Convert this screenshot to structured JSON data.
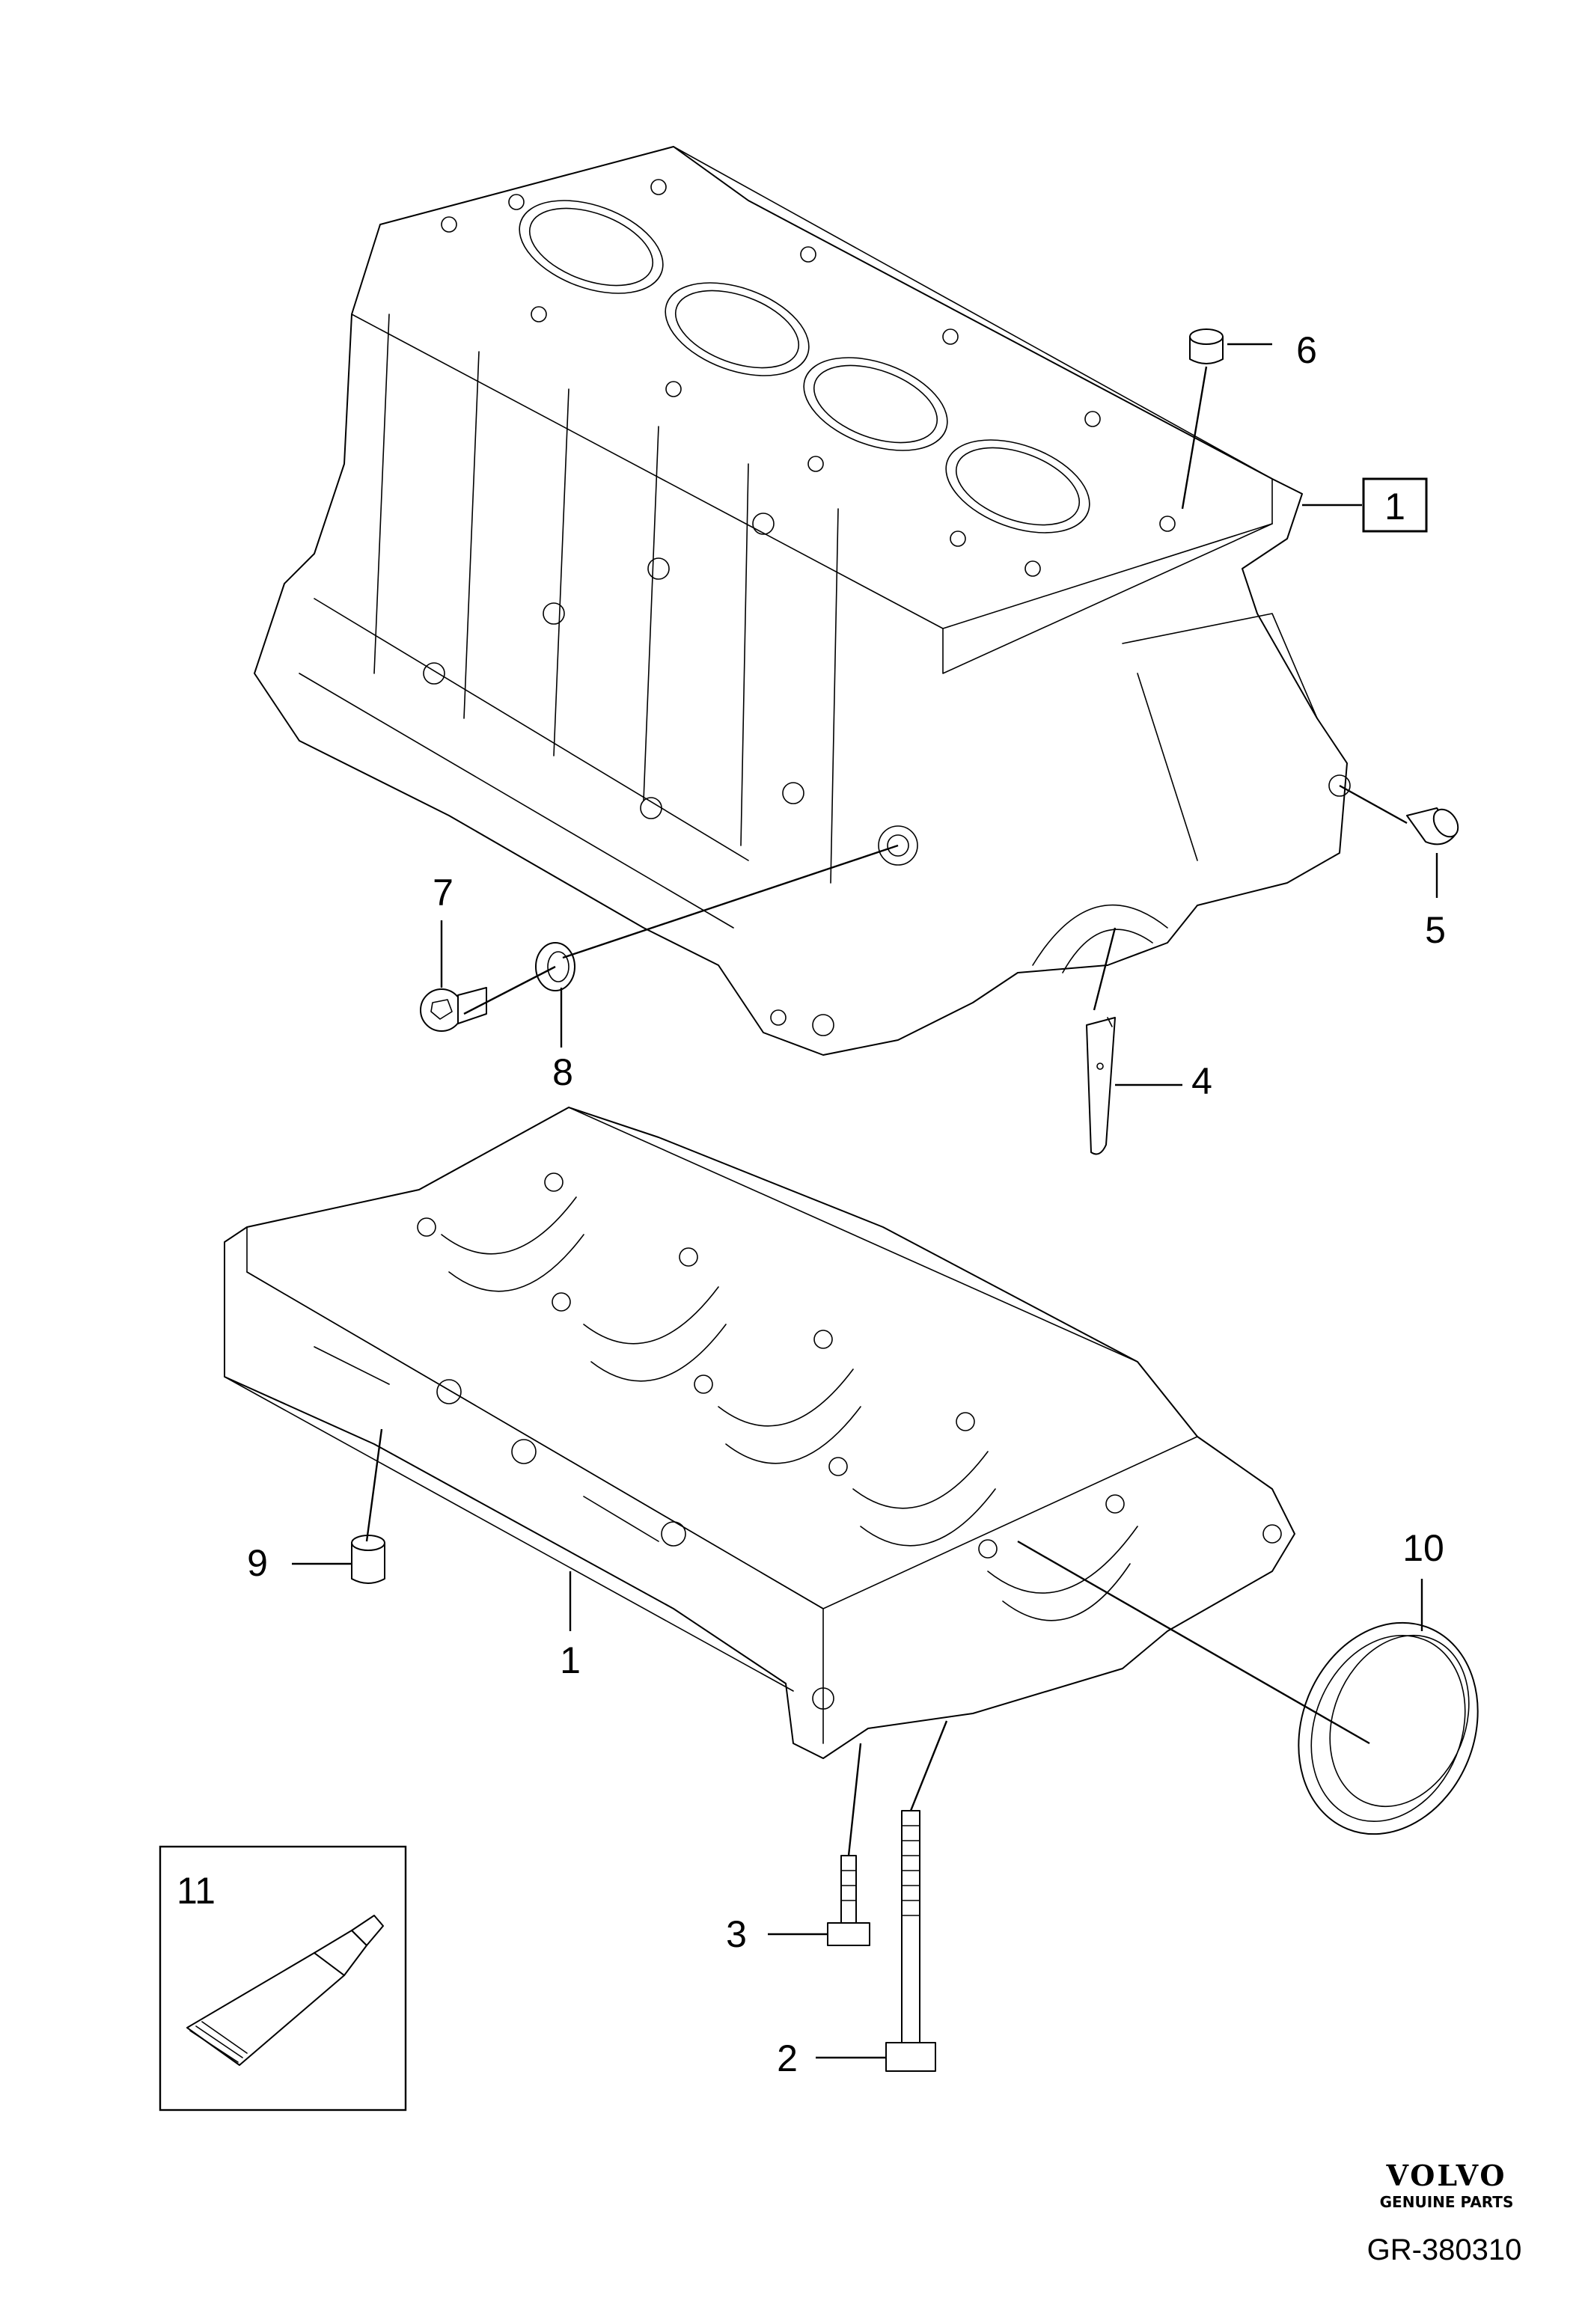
{
  "callouts": {
    "c1_top": "1",
    "c1_bottom": "1",
    "c2": "2",
    "c3": "3",
    "c4": "4",
    "c5": "5",
    "c6": "6",
    "c7": "7",
    "c8": "8",
    "c9": "9",
    "c10": "10",
    "c11": "11"
  },
  "brand": {
    "logo_text": "VOLVO",
    "tagline": "GENUINE PARTS"
  },
  "drawing_number": "GR-380310",
  "icons": {
    "cylinder_block": "engine-block-illustration",
    "bedplate": "bedplate-illustration",
    "sealant": "sealant-tube-icon"
  }
}
